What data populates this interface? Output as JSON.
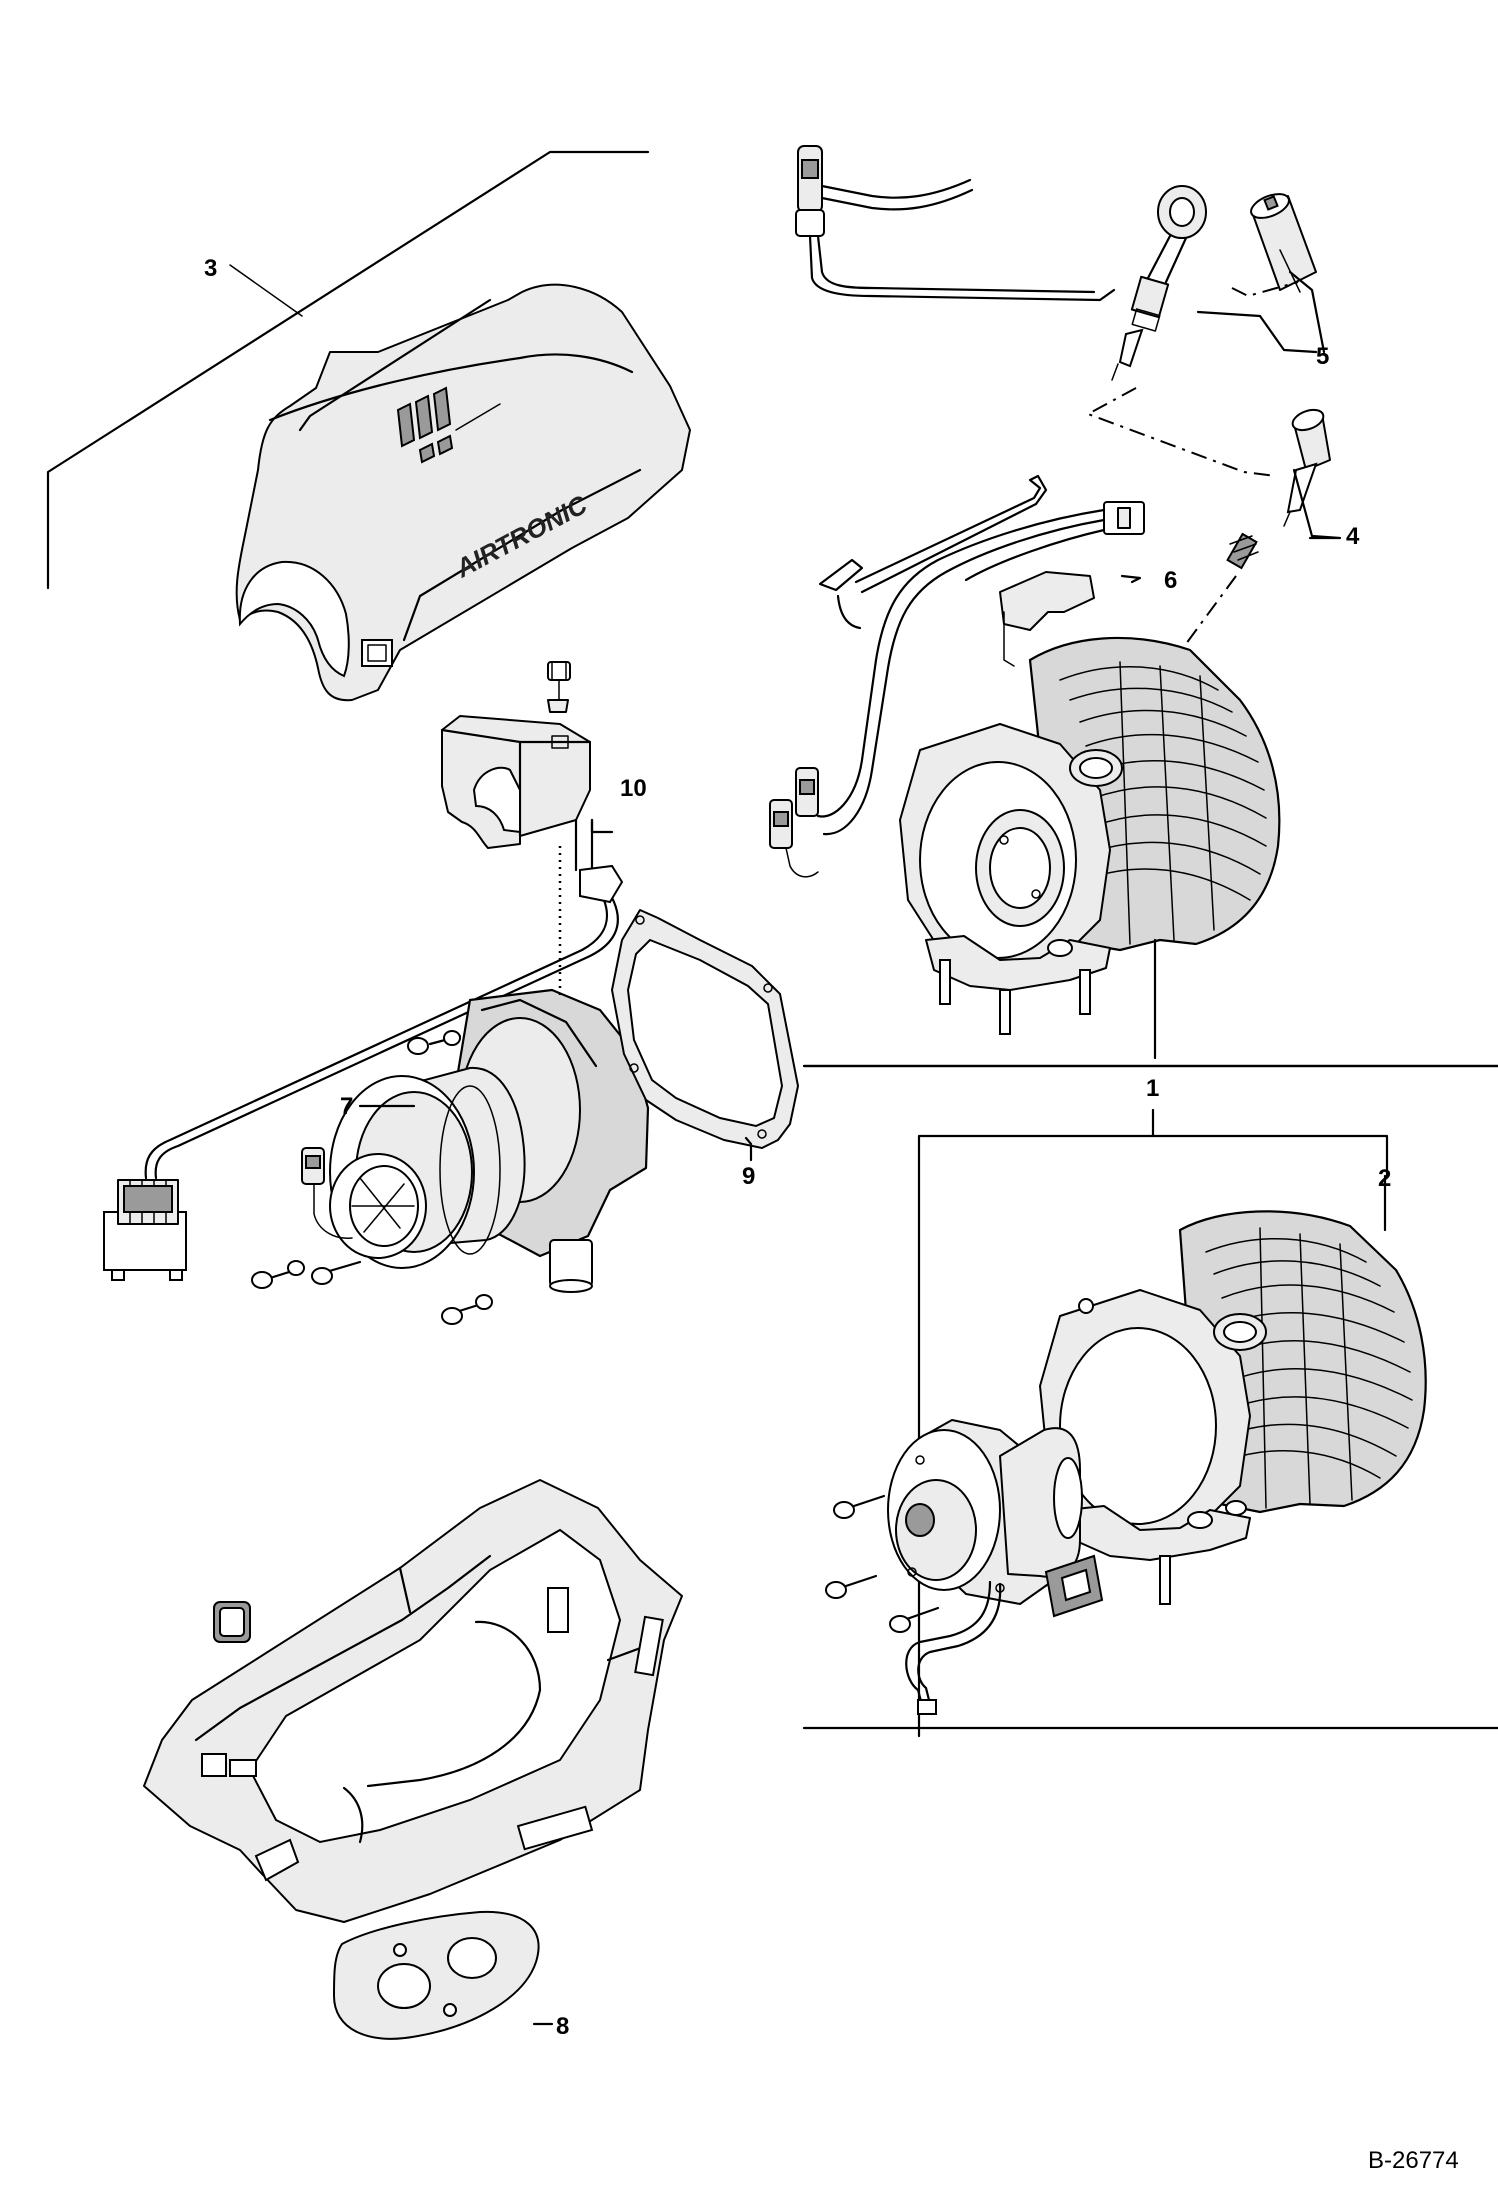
{
  "drawing": {
    "reference": "B-26774",
    "cover_brand": "AIRTRONIC"
  },
  "callouts": [
    {
      "id": "1",
      "label": "1"
    },
    {
      "id": "2",
      "label": "2"
    },
    {
      "id": "3",
      "label": "3"
    },
    {
      "id": "4",
      "label": "4"
    },
    {
      "id": "5",
      "label": "5"
    },
    {
      "id": "6",
      "label": "6"
    },
    {
      "id": "7",
      "label": "7"
    },
    {
      "id": "8",
      "label": "8"
    },
    {
      "id": "9",
      "label": "9"
    },
    {
      "id": "10",
      "label": "10"
    }
  ]
}
